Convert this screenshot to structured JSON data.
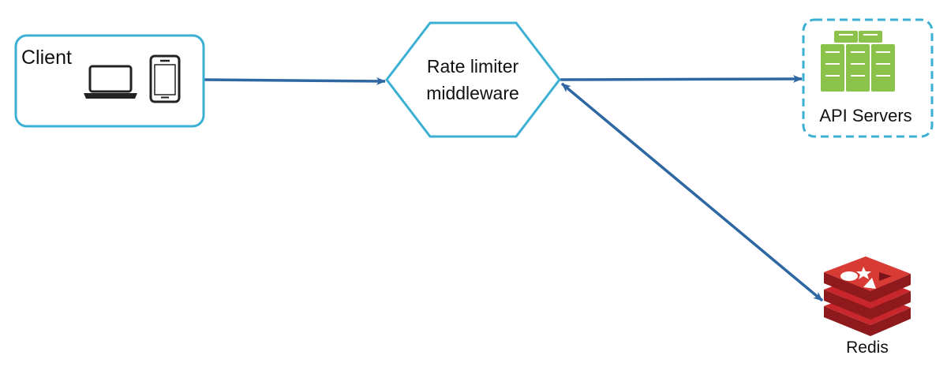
{
  "nodes": {
    "client": {
      "label": "Client",
      "icons": [
        "laptop-icon",
        "smartphone-icon"
      ]
    },
    "rate_limiter": {
      "label_line1": "Rate limiter",
      "label_line2": "middleware"
    },
    "api_servers": {
      "label": "API Servers",
      "icon": "server-icon"
    },
    "redis": {
      "label": "Redis",
      "icon": "redis-logo-icon"
    }
  },
  "edges": [
    {
      "from": "Client",
      "to": "Rate limiter middleware",
      "direction": "one-way"
    },
    {
      "from": "Rate limiter middleware",
      "to": "API Servers",
      "direction": "one-way"
    },
    {
      "from": "Rate limiter middleware",
      "to": "Redis",
      "direction": "two-way"
    }
  ],
  "colors": {
    "node_border": "#3bb0d2",
    "arrow": "#2f67a3",
    "server_green": "#8bc34a",
    "redis_red": "#c8262a",
    "icon_dark": "#222222"
  }
}
